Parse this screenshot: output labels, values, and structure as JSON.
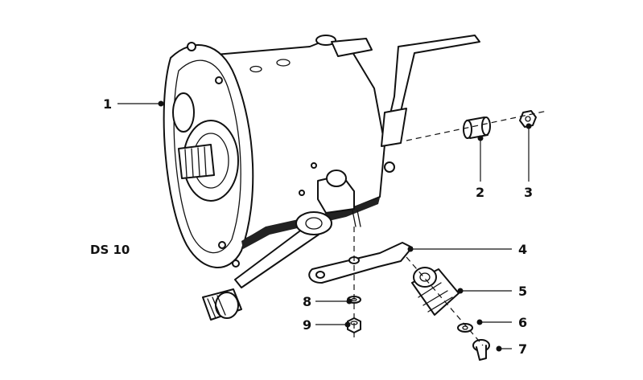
{
  "diagram": {
    "model_label": "DS 10",
    "callouts": [
      {
        "id": "1",
        "label": "1"
      },
      {
        "id": "2",
        "label": "2"
      },
      {
        "id": "3",
        "label": "3"
      },
      {
        "id": "4",
        "label": "4"
      },
      {
        "id": "5",
        "label": "5"
      },
      {
        "id": "6",
        "label": "6"
      },
      {
        "id": "7",
        "label": "7"
      },
      {
        "id": "8",
        "label": "8"
      },
      {
        "id": "9",
        "label": "9"
      }
    ]
  }
}
